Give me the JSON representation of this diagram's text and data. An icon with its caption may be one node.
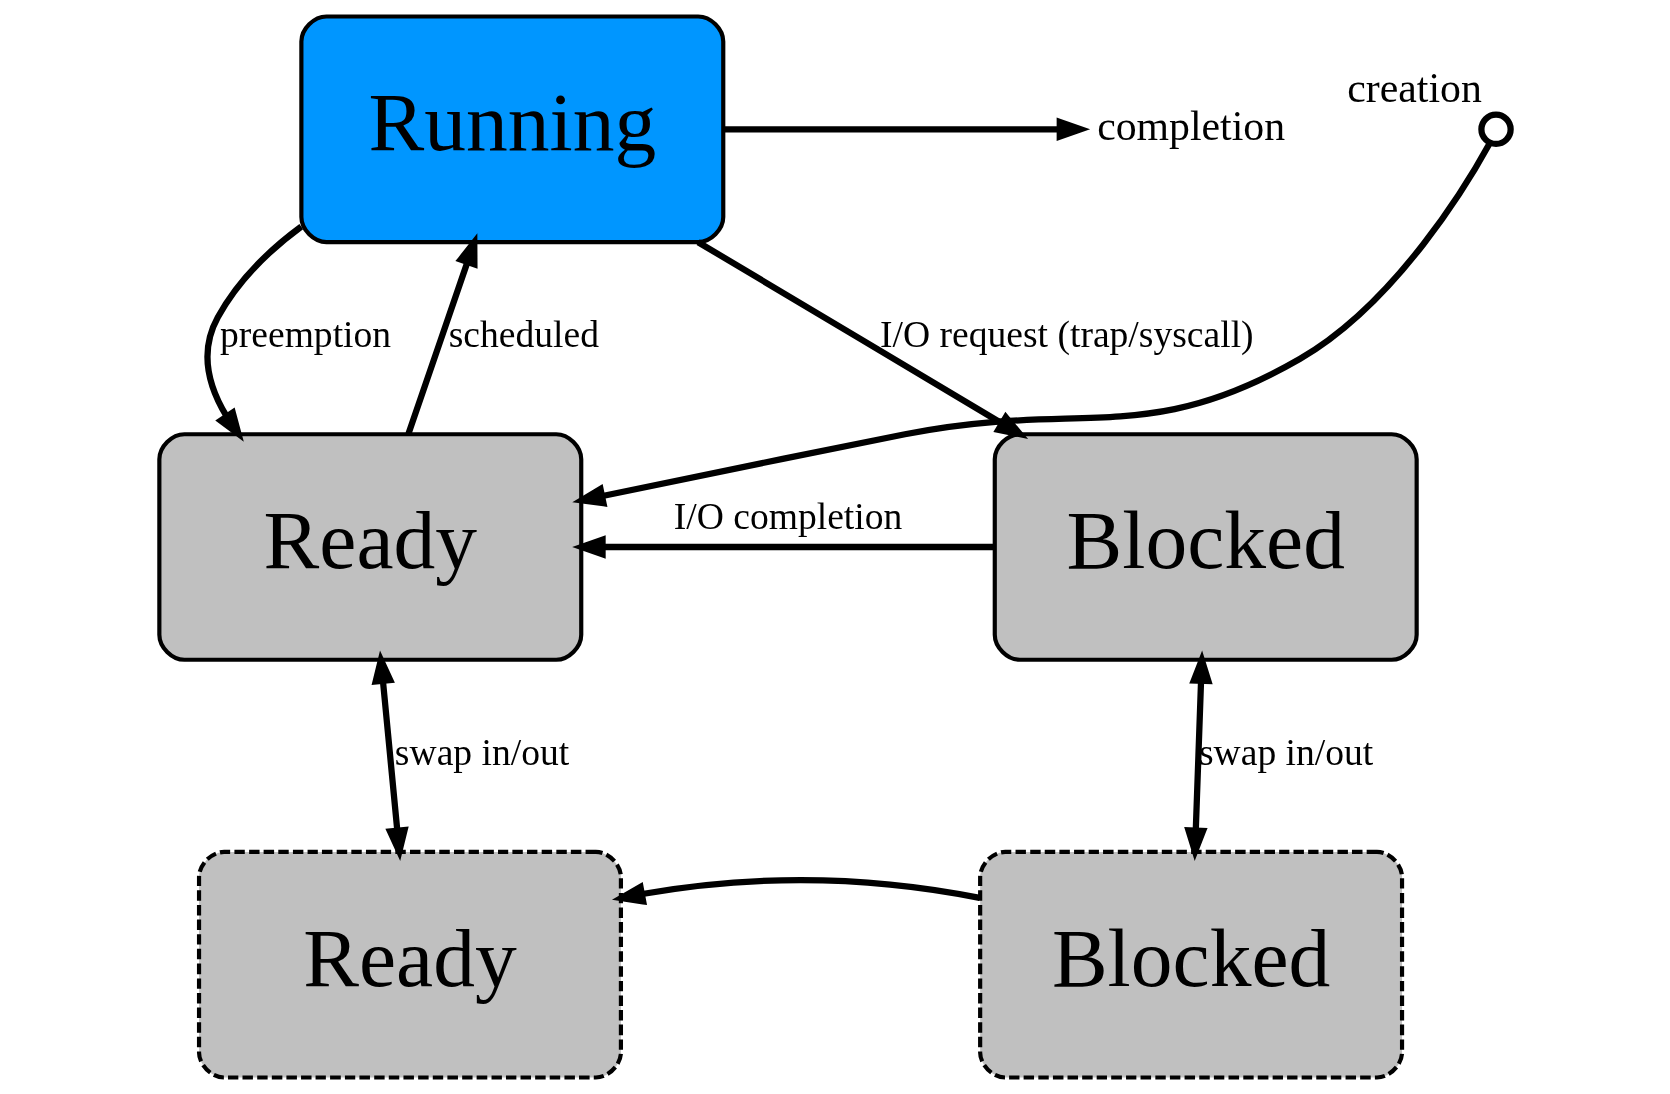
{
  "diagram": {
    "nodes": [
      {
        "text": [
          "Running"
        ]
      },
      {
        "text": [
          "Ready"
        ]
      },
      {
        "text": [
          "Blocked"
        ]
      },
      {
        "text": [
          "Ready"
        ]
      },
      {
        "text": [
          "Blocked"
        ]
      },
      {
        "text": [],
        "shape": "circle",
        "beside": [
          "creation"
        ]
      },
      {
        "text": [
          "completion"
        ]
      }
    ],
    "edges": [
      {
        "from": 5,
        "to": 1,
        "arrow": "to"
      },
      {
        "from": 0,
        "to": 6,
        "arrow": "to"
      },
      {
        "from": 1,
        "to": 0,
        "arrow": "to",
        "label": "scheduled"
      },
      {
        "from": 0,
        "to": 1,
        "arrow": "to",
        "label": "preemption"
      },
      {
        "from": 0,
        "to": 2,
        "arrow": "to",
        "label": "I/O request (trap/syscall)"
      },
      {
        "from": 2,
        "to": 1,
        "arrow": "to",
        "label": "I/O completion"
      },
      {
        "from": 1,
        "to": 3,
        "arrow": "both",
        "label": "swap in/out"
      },
      {
        "from": 2,
        "to": 4,
        "arrow": "both",
        "label": "swap in/out"
      },
      {
        "from": 4,
        "to": 3,
        "arrow": "to"
      }
    ]
  }
}
